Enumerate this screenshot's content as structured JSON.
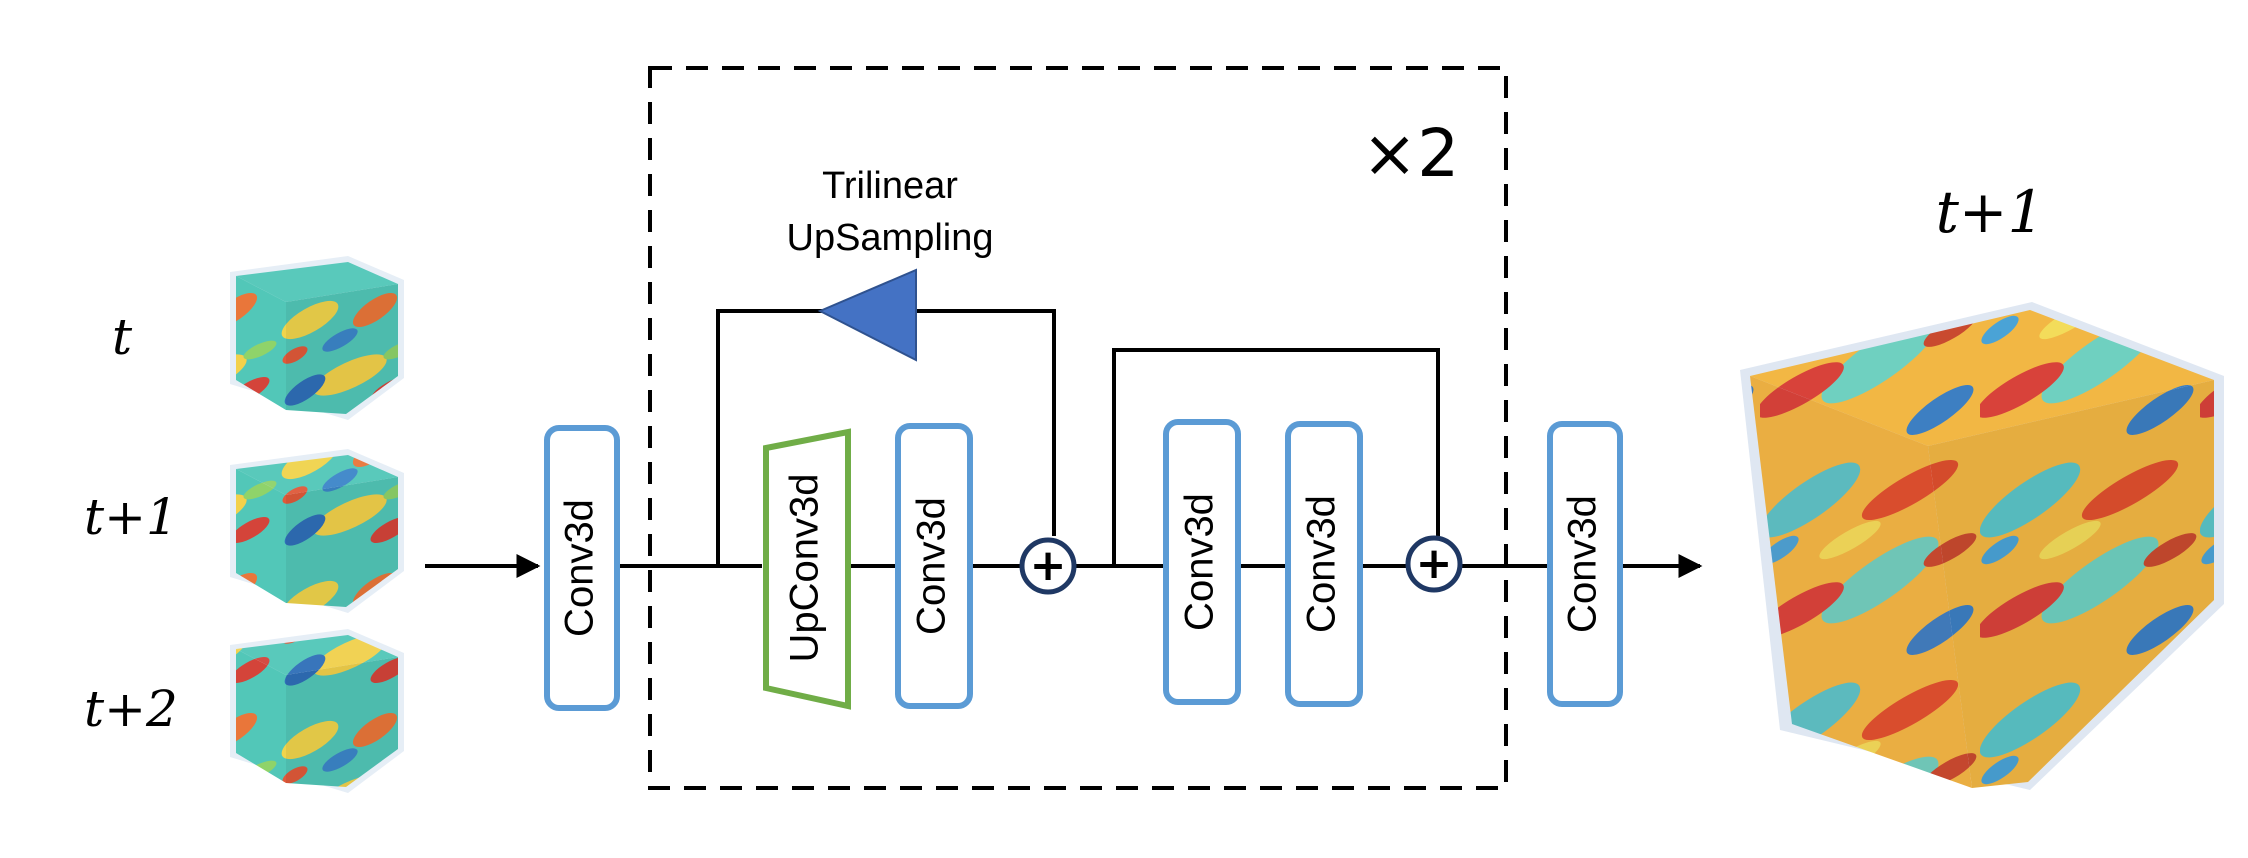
{
  "inputs": {
    "labels": [
      "t",
      "t+1",
      "t+2"
    ]
  },
  "output": {
    "label": "t+1"
  },
  "block": {
    "repeat_label": "×2",
    "upsample_label_line1": "Trilinear",
    "upsample_label_line2": "UpSampling"
  },
  "layers": {
    "conv_in": "Conv3d",
    "upconv": "UpConv3d",
    "conv_after_up": "Conv3d",
    "conv_res1": "Conv3d",
    "conv_res2": "Conv3d",
    "conv_out": "Conv3d"
  },
  "symbols": {
    "add": "+"
  },
  "colors": {
    "conv_border": "#5b9bd5",
    "upconv_border": "#70ad47",
    "upsample_fill": "#4472c4",
    "add_border": "#1f3864"
  }
}
